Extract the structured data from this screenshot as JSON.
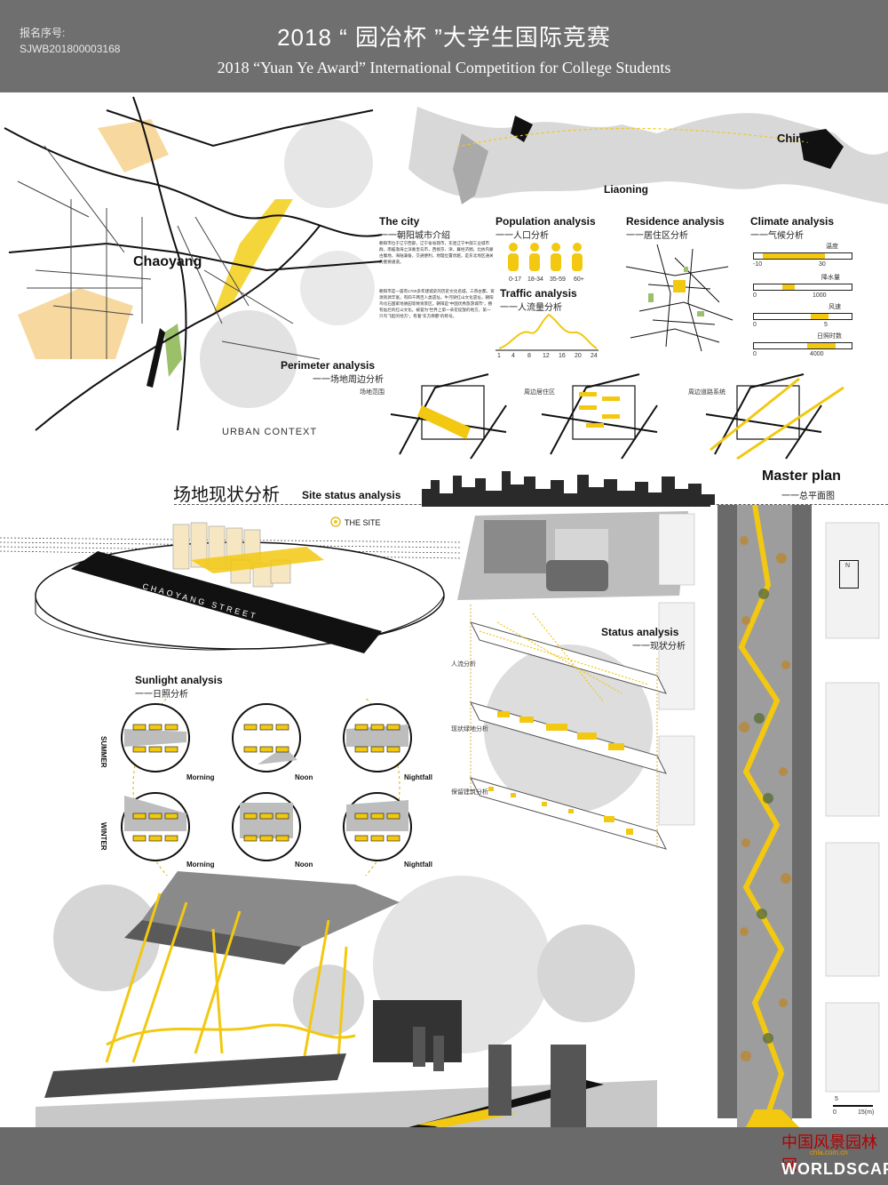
{
  "header": {
    "reg_label": "报名序号:",
    "reg_number": "SJWB201800003168",
    "title_cn": "2018 “ 园冶杯 ”大学生国际竞赛",
    "title_en": "2018 “Yuan Ye Award” International Competition for College Students"
  },
  "context": {
    "city_label": "Chaoyang",
    "urban_context": "URBAN CONTEXT",
    "china": "China",
    "liaoning": "Liaoning"
  },
  "city_intro": {
    "title": "The city",
    "subtitle": "一一朝阳城市介绍",
    "para1": "朝阳市位于辽宁西部，辽宁省省辖市，东连辽宁中部工业城市群，南临渤海之滨秦皇岛市，西接京、津，冀经济圈，北依内蒙古腹地，海陆兼备，交通便利，地理位置优越，是东北地区通关的重要通道。",
    "para2": "朝阳市是一座有1700多年建城史的历史文化名城，三燕古都。资源资源丰富。有四千两百人类遗址，牛河梁红山文化遗址，朝阳鸟化石国家地质园等致资景区。朝阳是“中国优秀旅游城市”，拥有灿烂的红山文化。被誉为“世界上第一朵花绽放的地方，第一只鸟飞起的地方”，有着“东方佛都”的称号。"
  },
  "population": {
    "title": "Population analysis",
    "subtitle": "一一人口分析",
    "groups": [
      "0-17",
      "18-34",
      "35-59",
      "60+"
    ]
  },
  "traffic": {
    "title": "Traffic analysis",
    "subtitle": "一一人流量分析",
    "ticks": [
      "1",
      "4",
      "8",
      "12",
      "16",
      "20",
      "24"
    ]
  },
  "residence": {
    "title": "Residence analysis",
    "subtitle": "一一居住区分析"
  },
  "climate": {
    "title": "Climate analysis",
    "subtitle": "一一气候分析",
    "rows": [
      {
        "label": "温度",
        "min": "-10",
        "max": "30"
      },
      {
        "label": "降水量",
        "min": "0",
        "max": "1000"
      },
      {
        "label": "风速",
        "min": "0",
        "max": "5"
      },
      {
        "label": "日照时数",
        "min": "0",
        "max": "4000"
      }
    ]
  },
  "perimeter": {
    "title": "Perimeter analysis",
    "subtitle": "一一场地周边分析",
    "labels": [
      "场地范围",
      "周边居住区",
      "周边道路系统"
    ]
  },
  "site_status": {
    "title_cn": "场地现状分析",
    "title_en": "Site status analysis",
    "the_site": "THE SITE",
    "street": "CHAOYANG STREET"
  },
  "master_plan": {
    "title": "Master plan",
    "subtitle": "一一总平面图",
    "north": "N",
    "scale": [
      "0",
      "5",
      "15(m)"
    ]
  },
  "status_analysis": {
    "title": "Status analysis",
    "subtitle": "一一现状分析",
    "layers": [
      "人流分析",
      "现状绿地分析",
      "保留建筑分析"
    ]
  },
  "sunlight": {
    "title": "Sunlight analysis",
    "subtitle": "一一日照分析",
    "summer": "SUMMER",
    "winter": "WINTER",
    "times": [
      "Morning",
      "Noon",
      "Nightfall"
    ]
  },
  "watermark": {
    "cn": "中国风景园林网",
    "url": "chla.com.cn",
    "en": "WORLDSCAPE"
  },
  "colors": {
    "accent": "#f2c811",
    "header_bg": "#6f6f6f",
    "ink": "#111111"
  }
}
